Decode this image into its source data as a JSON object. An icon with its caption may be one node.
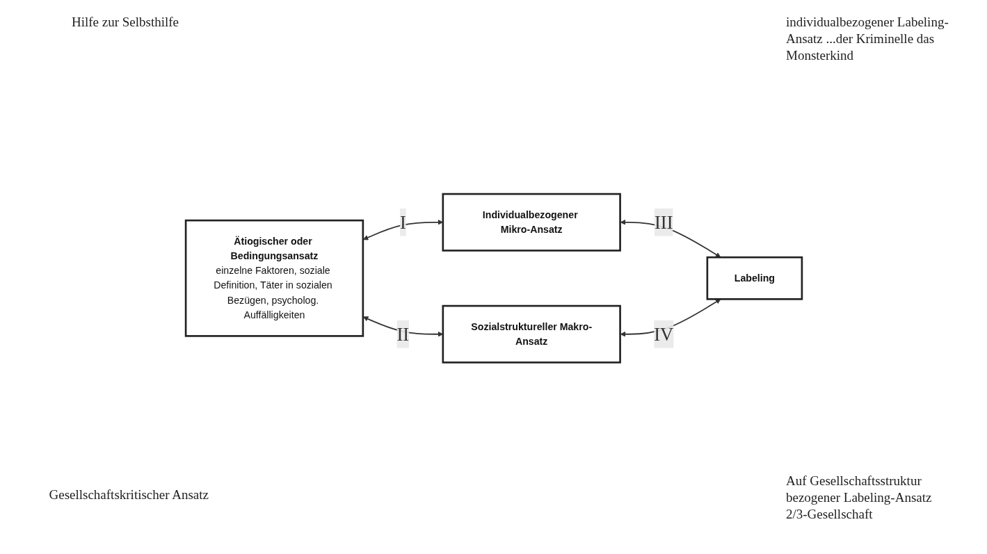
{
  "diagram": {
    "nodes": [
      {
        "text": [
          "Individualbezogener Mikro-Ansatz"
        ]
      },
      {
        "text": [
          "Ätiogischer oder Bedingungsansatz",
          "einzelne Faktoren, soziale Definition, Täter in sozialen Bezügen, psycholog. Auffälligkeiten"
        ]
      },
      {
        "text": [
          "Labeling"
        ]
      },
      {
        "text": [
          "Sozialstruktureller Makro-Ansatz"
        ]
      }
    ],
    "edges": [
      {
        "from": 1,
        "to": 0,
        "arrow": "both",
        "label": "I"
      },
      {
        "from": 0,
        "to": 2,
        "arrow": "both",
        "label": "III"
      },
      {
        "from": 1,
        "to": 3,
        "arrow": "both",
        "label": "II"
      },
      {
        "from": 3,
        "to": 2,
        "arrow": "both",
        "label": "IV"
      }
    ],
    "labels": [
      "Hilfe zur Selbsthilfe",
      "individualbezogener Labeling-Ansatz ...der Kriminelle das Monsterkind",
      "Gesellschaftskritischer Ansatz",
      "Auf Gesellschaftsstruktur bezogener Labeling-Ansatz 2/3-Gesellschaft"
    ]
  }
}
